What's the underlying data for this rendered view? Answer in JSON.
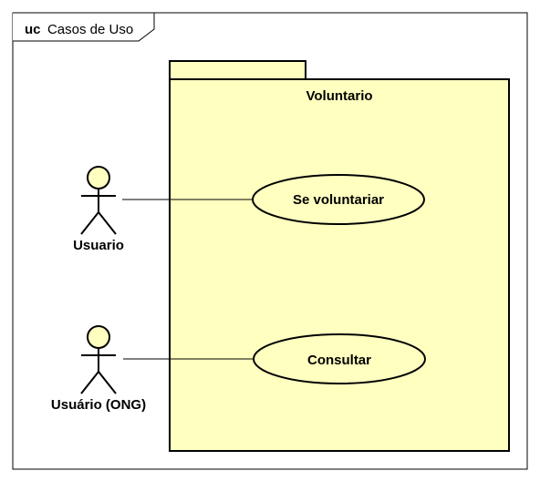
{
  "frame": {
    "keyword": "uc",
    "name": "Casos de Uso"
  },
  "package": {
    "name": "Voluntario"
  },
  "actors": [
    {
      "name": "Usuario"
    },
    {
      "name": "Usuário (ONG)"
    }
  ],
  "use_cases": [
    {
      "name": "Se voluntariar"
    },
    {
      "name": "Consultar"
    }
  ],
  "associations": [
    {
      "actor": "Usuario",
      "use_case": "Se voluntariar"
    },
    {
      "actor": "Usuário (ONG)",
      "use_case": "Consultar"
    }
  ],
  "colors": {
    "element_fill": "#ffffc0",
    "stroke": "#000000",
    "background": "#ffffff"
  }
}
